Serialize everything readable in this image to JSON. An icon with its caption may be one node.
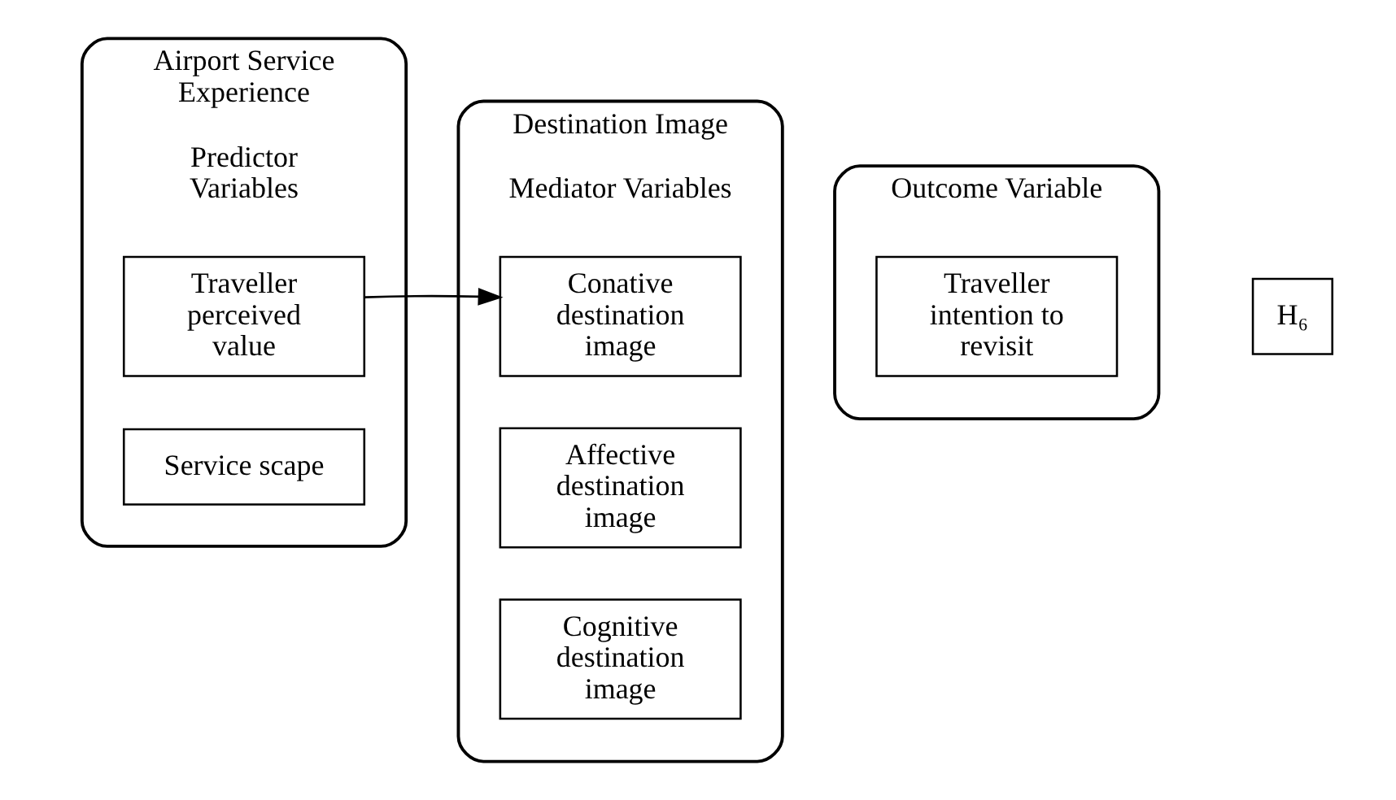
{
  "diagram": {
    "nodes": [
      {
        "text": [
          "Airport Service Experience",
          "Predictor Variables"
        ]
      },
      {
        "text": [
          "Service scape"
        ],
        "in": 0
      },
      {
        "text": [
          "Traveller perceived value"
        ],
        "in": 0
      },
      {
        "text": [
          "Destination Image",
          "Mediator Variables"
        ]
      },
      {
        "text": [
          "Cognitive destination image"
        ],
        "in": 3
      },
      {
        "text": [
          "Affective destination image"
        ],
        "in": 3
      },
      {
        "text": [
          "Conative destination image"
        ],
        "in": 3
      },
      {
        "text": [
          "Outcome Variable"
        ]
      },
      {
        "text": [
          "Traveller intention to revisit"
        ],
        "in": 7
      },
      {
        "text": [
          "H₆"
        ]
      }
    ],
    "edges": [
      {
        "from": 2,
        "to": 6,
        "arrow": "to"
      }
    ]
  }
}
